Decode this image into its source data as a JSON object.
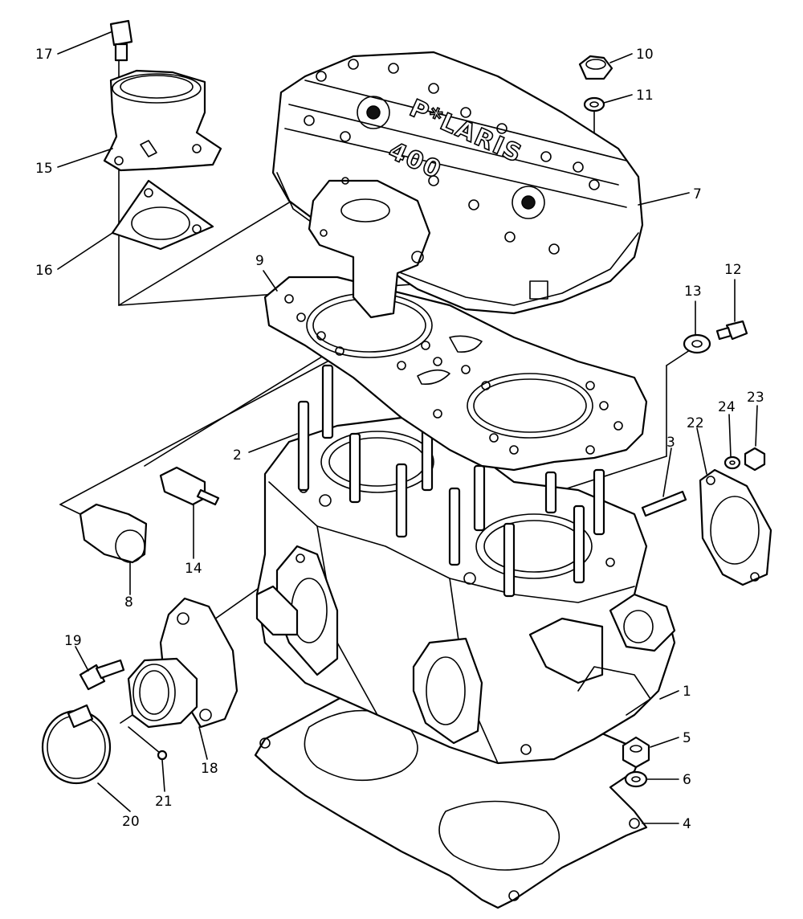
{
  "diagram": {
    "cover_logo": {
      "brand": "P*LARIS",
      "model": "400"
    },
    "callouts": [
      "17",
      "15",
      "16",
      "10",
      "11",
      "7",
      "9",
      "13",
      "12",
      "24",
      "23",
      "22",
      "3",
      "2",
      "14",
      "8",
      "19",
      "18",
      "20",
      "21",
      "1",
      "5",
      "6",
      "4"
    ]
  }
}
